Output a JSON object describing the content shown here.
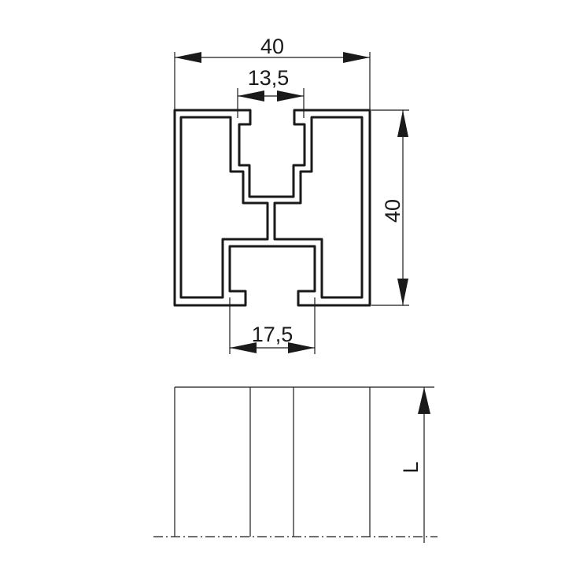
{
  "drawing": {
    "cross_section": {
      "width_label": "40",
      "top_slot_label": "13,5",
      "height_label": "40",
      "bottom_slot_label": "17,5"
    },
    "side_view": {
      "length_label": "L"
    },
    "colors": {
      "line": "#1a1a1a",
      "background": "#ffffff"
    }
  }
}
